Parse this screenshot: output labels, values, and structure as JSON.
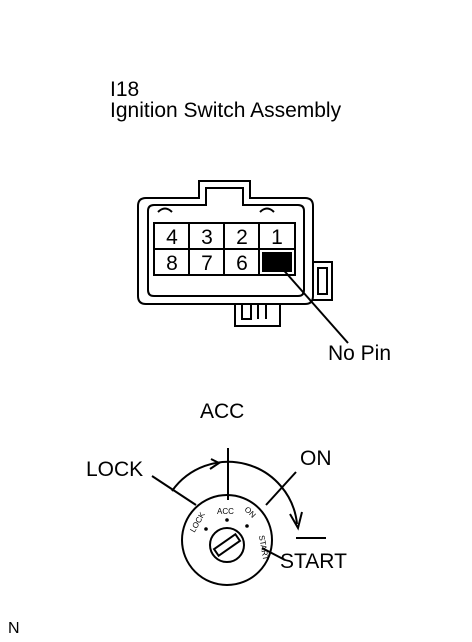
{
  "connector": {
    "code": "I18",
    "title": "Ignition Switch Assembly",
    "pins_top": [
      "4",
      "3",
      "2",
      "1"
    ],
    "pins_bottom": [
      "8",
      "7",
      "6"
    ],
    "no_pin_label": "No Pin"
  },
  "switch": {
    "positions": {
      "acc": "ACC",
      "lock": "LOCK",
      "on": "ON",
      "start": "START"
    },
    "dial_marks": {
      "lock": "LOCK",
      "acc": "ACC",
      "on": "ON",
      "start": "START"
    }
  },
  "figure_mark": "N"
}
